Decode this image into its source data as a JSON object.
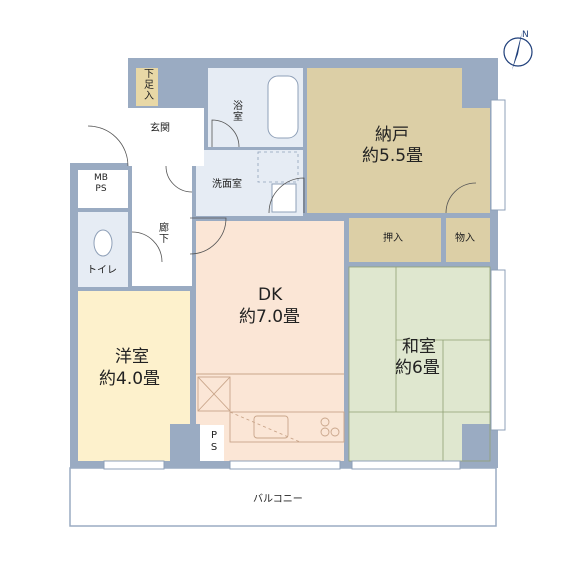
{
  "rooms": {
    "nando": {
      "name": "納戸",
      "size": "約5.5畳"
    },
    "dk": {
      "name": "DK",
      "size": "約7.0畳"
    },
    "washitsu": {
      "name": "和室",
      "size": "約6畳"
    },
    "youshitsu": {
      "name": "洋室",
      "size": "約4.0畳"
    },
    "oshiire": "押入",
    "monoire": "物入",
    "genkan": "玄関",
    "shitabako": "下足入",
    "yokushitsu": "浴室",
    "senmen": "洗面室",
    "mbps": "MB\nPS",
    "rouka": "廊下",
    "toilet": "トイレ",
    "ps": "PS",
    "balcony": "バルコニー"
  },
  "compass": {
    "label": "N"
  },
  "colors": {
    "wall": "#9aabc2",
    "nando": "#dccfa6",
    "dk": "#fbe6d6",
    "washitsu": "#dfe7cf",
    "youshitsu": "#fdf1cc",
    "wet": "#e6ecf4",
    "hall": "#ffffff",
    "shitabako": "#e8d8a6",
    "balcony": "#ffffff"
  }
}
